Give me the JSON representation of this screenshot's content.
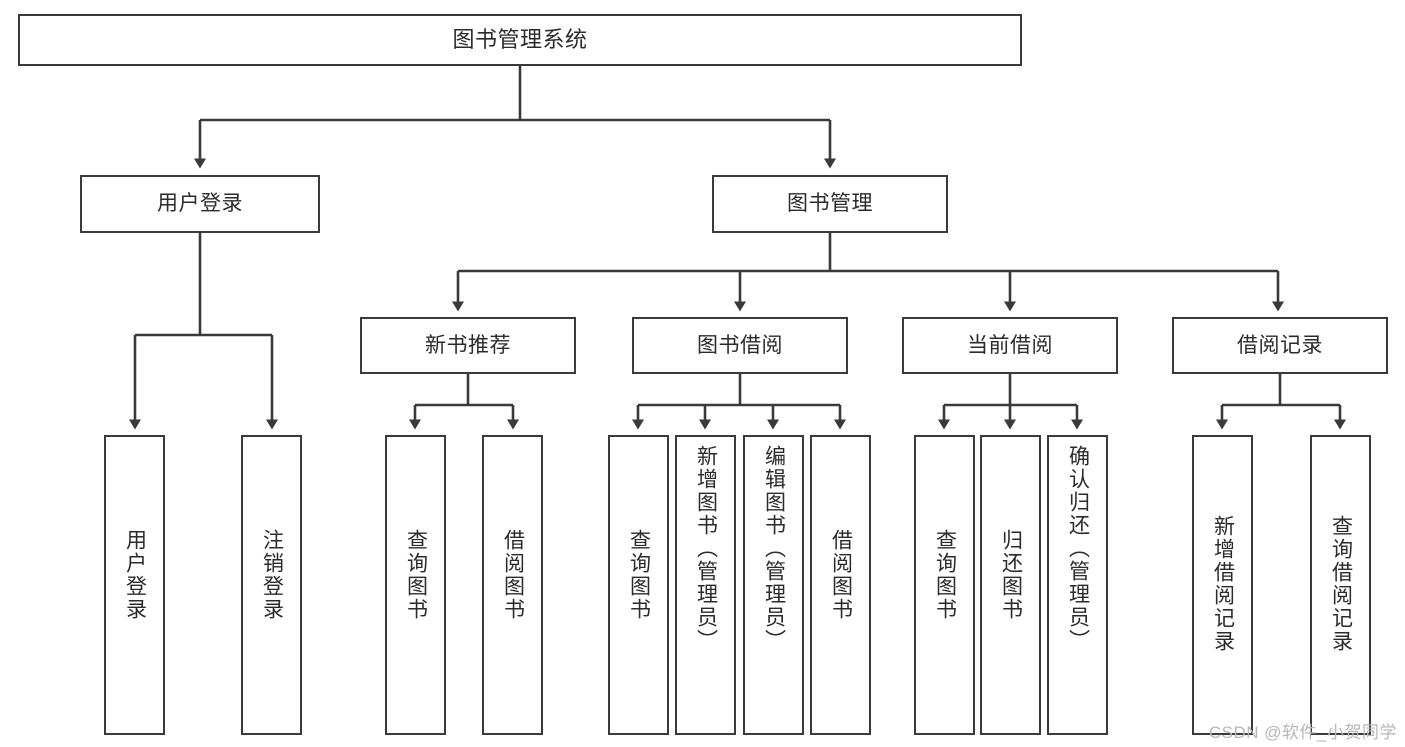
{
  "diagram": {
    "title": "图书管理系统",
    "type": "tree",
    "levels": 4,
    "root": {
      "id": "root",
      "label": "图书管理系统"
    },
    "level1": [
      {
        "id": "user-login",
        "label": "用户登录"
      },
      {
        "id": "book-manage",
        "label": "图书管理"
      }
    ],
    "level2": [
      {
        "id": "new-book-rec",
        "label": "新书推荐",
        "parent": "book-manage"
      },
      {
        "id": "book-borrow",
        "label": "图书借阅",
        "parent": "book-manage"
      },
      {
        "id": "current-borrow",
        "label": "当前借阅",
        "parent": "book-manage"
      },
      {
        "id": "borrow-record",
        "label": "借阅记录",
        "parent": "book-manage"
      }
    ],
    "leaves": {
      "user-login": [
        {
          "id": "leaf-user-login",
          "label": "用户登录"
        },
        {
          "id": "leaf-logout",
          "label": "注销登录"
        }
      ],
      "new-book-rec": [
        {
          "id": "leaf-query-book-1",
          "label": "查询图书"
        },
        {
          "id": "leaf-borrow-book-1",
          "label": "借阅图书"
        }
      ],
      "book-borrow": [
        {
          "id": "leaf-query-book-2",
          "label": "查询图书"
        },
        {
          "id": "leaf-add-book",
          "label": "新增图书（管理员）"
        },
        {
          "id": "leaf-edit-book",
          "label": "编辑图书（管理员）"
        },
        {
          "id": "leaf-borrow-book-2",
          "label": "借阅图书"
        }
      ],
      "current-borrow": [
        {
          "id": "leaf-query-book-3",
          "label": "查询图书"
        },
        {
          "id": "leaf-return-book",
          "label": "归还图书"
        },
        {
          "id": "leaf-confirm-return",
          "label": "确认归还（管理员）"
        }
      ],
      "borrow-record": [
        {
          "id": "leaf-add-record",
          "label": "新增借阅记录"
        },
        {
          "id": "leaf-query-record",
          "label": "查询借阅记录"
        }
      ]
    },
    "watermark": "CSDN @软件_小贺同学",
    "colors": {
      "stroke": "#3a3a3a",
      "fill": "#ffffff",
      "text": "#2b2b2b",
      "watermark": "#b6b6b6"
    }
  }
}
